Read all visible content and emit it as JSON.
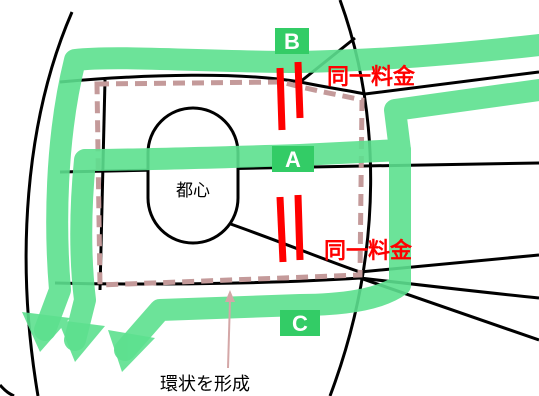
{
  "labels": {
    "route_b": "B",
    "route_a": "A",
    "route_c": "C",
    "center": "都心",
    "toll_upper": "同一料金",
    "toll_lower": "同一料金",
    "ring_note": "環状を形成"
  },
  "colors": {
    "route": "#5de08f",
    "label_bg": "#33cc66",
    "ring_dashed": "#c49a9a",
    "toll_bar": "#ff0000",
    "toll_text": "#ff0000",
    "road": "#000000",
    "pointer": "#d4a7a7"
  }
}
